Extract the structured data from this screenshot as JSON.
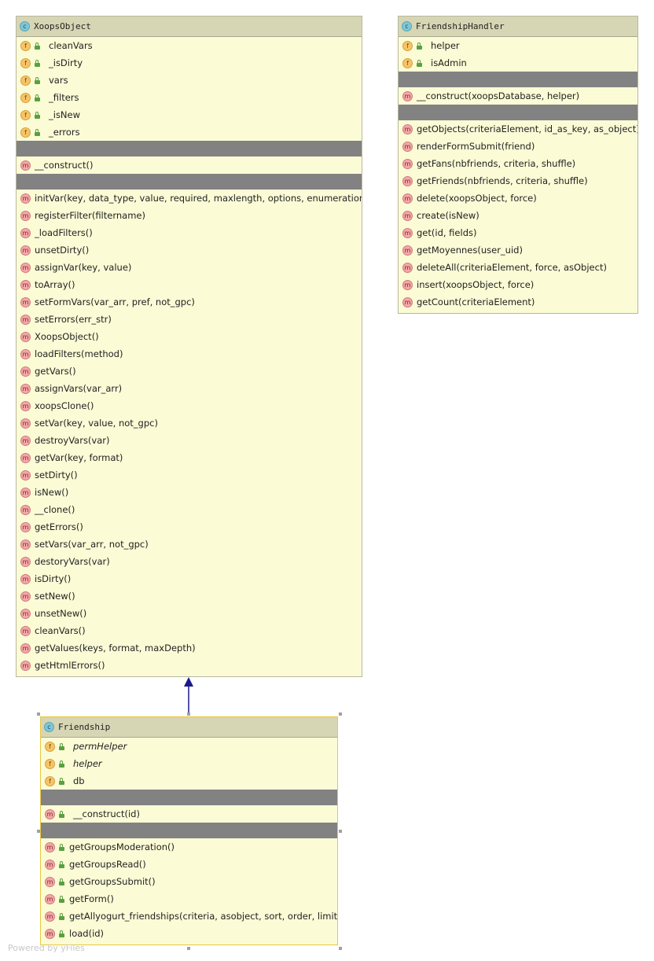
{
  "classes": {
    "xoops": {
      "name": "XoopsObject",
      "fields": [
        "cleanVars",
        "_isDirty",
        "vars",
        "_filters",
        "_isNew",
        "_errors"
      ],
      "constructors": [
        "__construct()"
      ],
      "methods": [
        "initVar(key, data_type, value, required, maxlength, options, enumerations)",
        "registerFilter(filtername)",
        "_loadFilters()",
        "unsetDirty()",
        "assignVar(key, value)",
        "toArray()",
        "setFormVars(var_arr, pref, not_gpc)",
        "setErrors(err_str)",
        "XoopsObject()",
        "loadFilters(method)",
        "getVars()",
        "assignVars(var_arr)",
        "xoopsClone()",
        "setVar(key, value, not_gpc)",
        "destroyVars(var)",
        "getVar(key, format)",
        "setDirty()",
        "isNew()",
        "__clone()",
        "getErrors()",
        "setVars(var_arr, not_gpc)",
        "destoryVars(var)",
        "isDirty()",
        "setNew()",
        "unsetNew()",
        "cleanVars()",
        "getValues(keys, format, maxDepth)",
        "getHtmlErrors()"
      ]
    },
    "handler": {
      "name": "FriendshipHandler",
      "fields": [
        "helper",
        "isAdmin"
      ],
      "constructors": [
        "__construct(xoopsDatabase, helper)"
      ],
      "methods": [
        "getObjects(criteriaElement, id_as_key, as_object)",
        "renderFormSubmit(friend)",
        "getFans(nbfriends, criteria, shuffle)",
        "getFriends(nbfriends, criteria, shuffle)",
        "delete(xoopsObject, force)",
        "create(isNew)",
        "get(id, fields)",
        "getMoyennes(user_uid)",
        "deleteAll(criteriaElement, force, asObject)",
        "insert(xoopsObject, force)",
        "getCount(criteriaElement)"
      ]
    },
    "friendship": {
      "name": "Friendship",
      "fields": [
        "permHelper",
        "helper",
        "db"
      ],
      "constructors": [
        "__construct(id)"
      ],
      "methods": [
        "getGroupsModeration()",
        "getGroupsRead()",
        "getGroupsSubmit()",
        "getForm()",
        "getAllyogurt_friendships(criteria, asobject, sort, order, limit, start)",
        "load(id)"
      ]
    }
  },
  "badges": {
    "class": "c",
    "field": "f",
    "method": "m"
  },
  "footer": "Powered by yFiles",
  "colors": {
    "edge": "#1a1a8c",
    "body": "#fbfbd6",
    "header": "#d6d6b4",
    "separator": "#828282"
  }
}
